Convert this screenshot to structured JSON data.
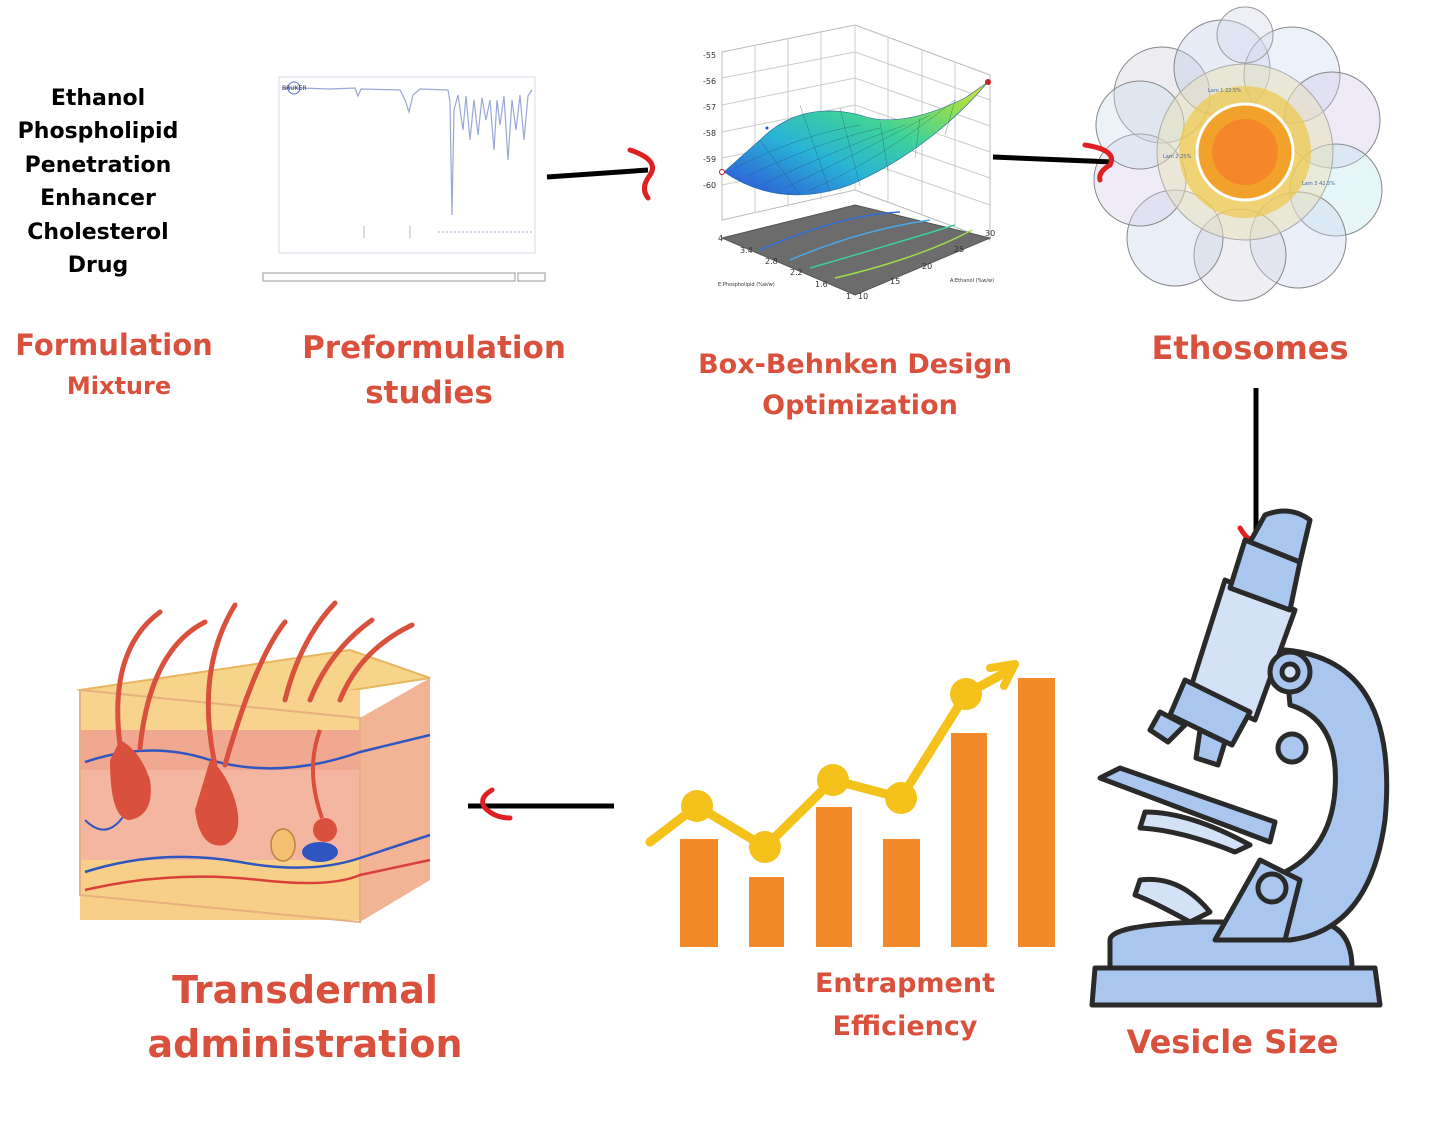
{
  "ingredients": [
    "Ethanol",
    "Phospholipid",
    "Penetration",
    "Enhancer",
    "Cholesterol",
    "Drug"
  ],
  "labels": {
    "formulation_line1": "Formulation",
    "formulation_line2": "Mixture",
    "preformulation_line1": "Preformulation",
    "preformulation_line2": "studies",
    "bbd_line1": "Box-Behnken Design",
    "bbd_line2": "Optimization",
    "ethosomes": "Ethosomes",
    "vesicle_size": "Vesicle Size",
    "entrapment_line1": "Entrapment",
    "entrapment_line2": "Efficiency",
    "transdermal_line1": "Transdermal",
    "transdermal_line2": "administration"
  },
  "spectrum": {
    "brand": "BRUKER"
  },
  "surface_plot": {
    "z_ticks": [
      "-55",
      "-56",
      "-57",
      "-58",
      "-59",
      "-60"
    ],
    "x_ticks": [
      "4",
      "3.4",
      "2.8",
      "2.2",
      "1.6",
      "1"
    ],
    "y_ticks": [
      "10",
      "15",
      "20",
      "25",
      "30"
    ],
    "x_axis_label": "E:Phospholipid (%w/w)",
    "y_axis_label": "A:Ethanol (%w/w)"
  },
  "vesicle_labels": [
    "Lam 1 22.5%",
    "Lam 2 25%",
    "Lam 3 42.5%"
  ],
  "colors": {
    "label_red": "#d9503c",
    "arrowhead_red": "#e02020",
    "bar_orange": "#f28a2a",
    "trend_yellow": "#f4c21a",
    "microscope_blue": "#a9c6ef",
    "skin_yellow": "#f6cf7e",
    "skin_pink": "#f2a58e",
    "hair_red": "#d9503c"
  },
  "icons": [
    "ir-spectrum-icon",
    "surface-plot-icon",
    "vesicle-icon",
    "microscope-icon",
    "bar-chart-icon",
    "skin-cross-section-icon"
  ]
}
